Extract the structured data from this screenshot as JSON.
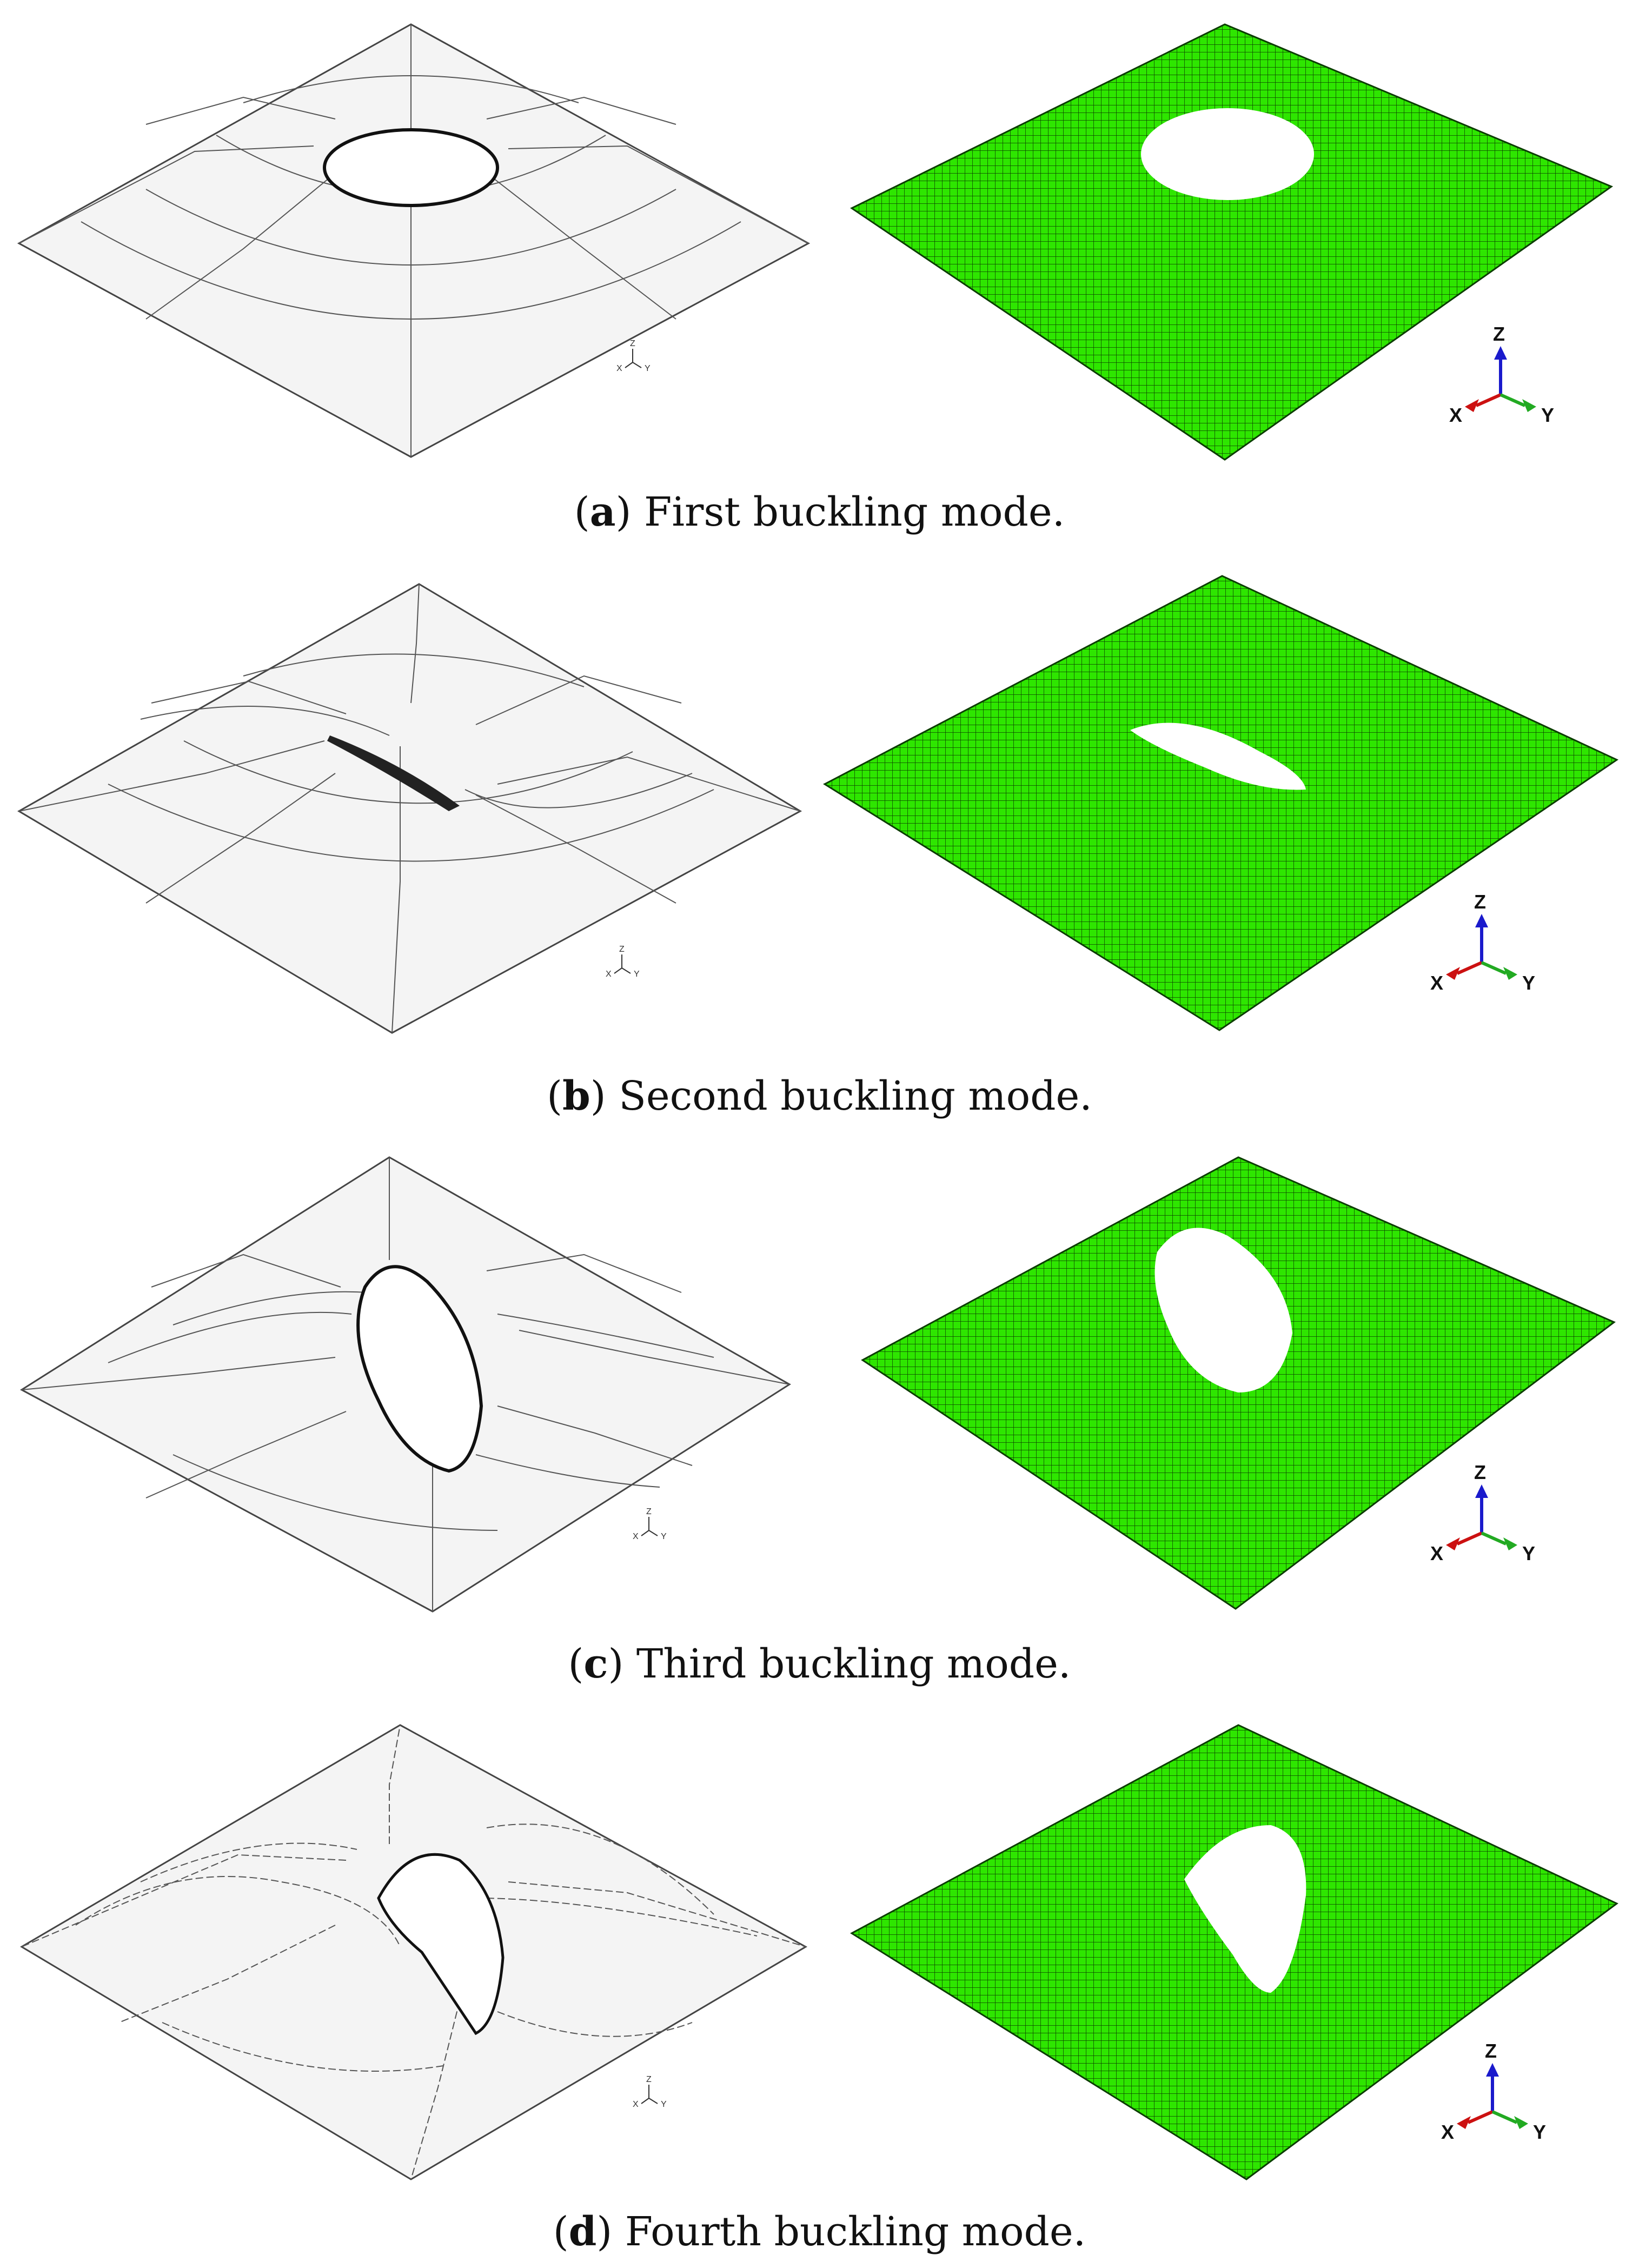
{
  "figure": {
    "panels": [
      {
        "id": "a",
        "letter": "a",
        "caption": "First buckling mode."
      },
      {
        "id": "b",
        "letter": "b",
        "caption": "Second buckling mode."
      },
      {
        "id": "c",
        "letter": "c",
        "caption": "Third buckling mode."
      },
      {
        "id": "d",
        "letter": "d",
        "caption": "Fourth buckling mode."
      }
    ],
    "axis_labels": {
      "x": "X",
      "y": "Y",
      "z": "Z"
    },
    "colors": {
      "mesh_fill": "#2ee600",
      "mesh_line": "#0b3d00",
      "wire_line": "#444444",
      "axis_x": "#cc1111",
      "axis_y": "#22aa22",
      "axis_z": "#1a1acc"
    }
  }
}
